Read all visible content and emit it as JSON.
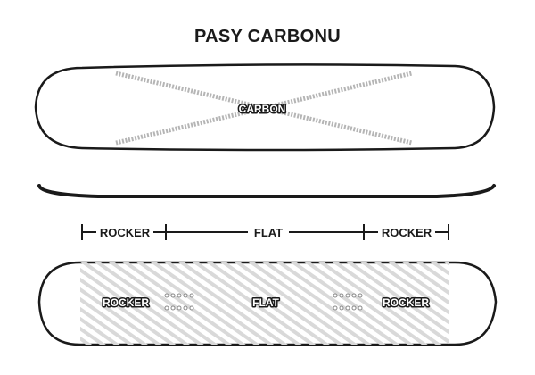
{
  "title": "PASY CARBONU",
  "top_board": {
    "label": "CARBON"
  },
  "profile_legend": {
    "left_zone": "ROCKER",
    "center_zone": "FLAT",
    "right_zone": "ROCKER"
  },
  "bottom_board": {
    "left_label": "ROCKER",
    "center_label": "FLAT",
    "right_label": "ROCKER"
  },
  "colors": {
    "outline": "#1a1a1a",
    "carbon_stripe": "#b5b5b5",
    "hatch": "#d9d9d9",
    "insert_dot": "#8a8a8a"
  },
  "icons": {
    "inserts": "insert-dots-icon"
  }
}
